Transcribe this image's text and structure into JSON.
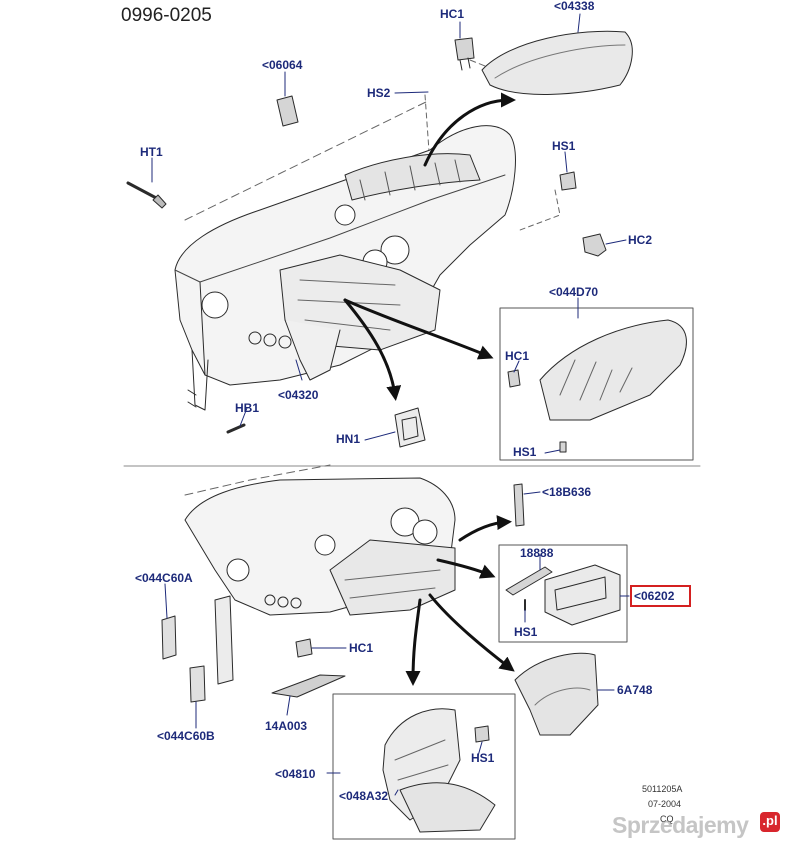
{
  "diagram_id": "0996-0205",
  "labels": {
    "hc1_top": "HC1",
    "p04338": "<04338",
    "p06064": "<06064",
    "hs2": "HS2",
    "ht1": "HT1",
    "hs1_right": "HS1",
    "hc2": "HC2",
    "p044d70": "<044D70",
    "hc1_box": "HC1",
    "p04320": "<04320",
    "hb1": "HB1",
    "hn1": "HN1",
    "hs1_box": "HS1",
    "p18b636": "<18B636",
    "p18888": "18888",
    "p044c60a": "<044C60A",
    "p06202": "<06202",
    "hs1_lower": "HS1",
    "hc1_lower": "HC1",
    "p6a748": "6A748",
    "p044c60b": "<044C60B",
    "p14a003": "14A003",
    "hs1_bottom": "HS1",
    "p04810": "<04810",
    "p048a32": "<048A32"
  },
  "footer": {
    "code": "5011205A",
    "date": "07-2004",
    "initials": "CQ"
  },
  "highlight_color": "#d42020",
  "label_color": "#1d2a7a",
  "watermark": {
    "text": "Sprzedajemy",
    "badge": ".pl"
  }
}
